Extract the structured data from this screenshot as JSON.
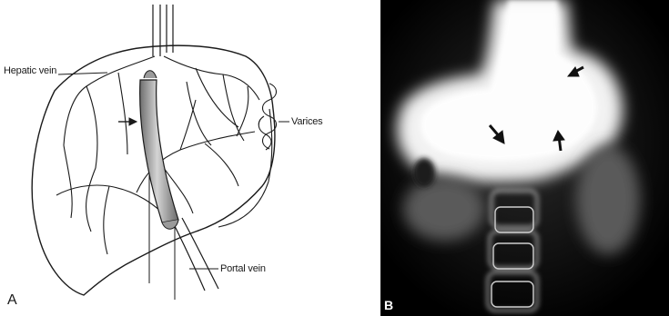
{
  "panel_a": {
    "letter": "A",
    "labels": {
      "hepatic_vein": "Hepatic vein",
      "varices": "Varices",
      "portal_vein": "Portal vein"
    }
  },
  "panel_b": {
    "letter": "B"
  },
  "colors": {
    "ink": "#1a1a1a",
    "shunt_fill": "#9a9a9a",
    "xray_background": "#000000",
    "xray_bright": "#ffffff"
  }
}
